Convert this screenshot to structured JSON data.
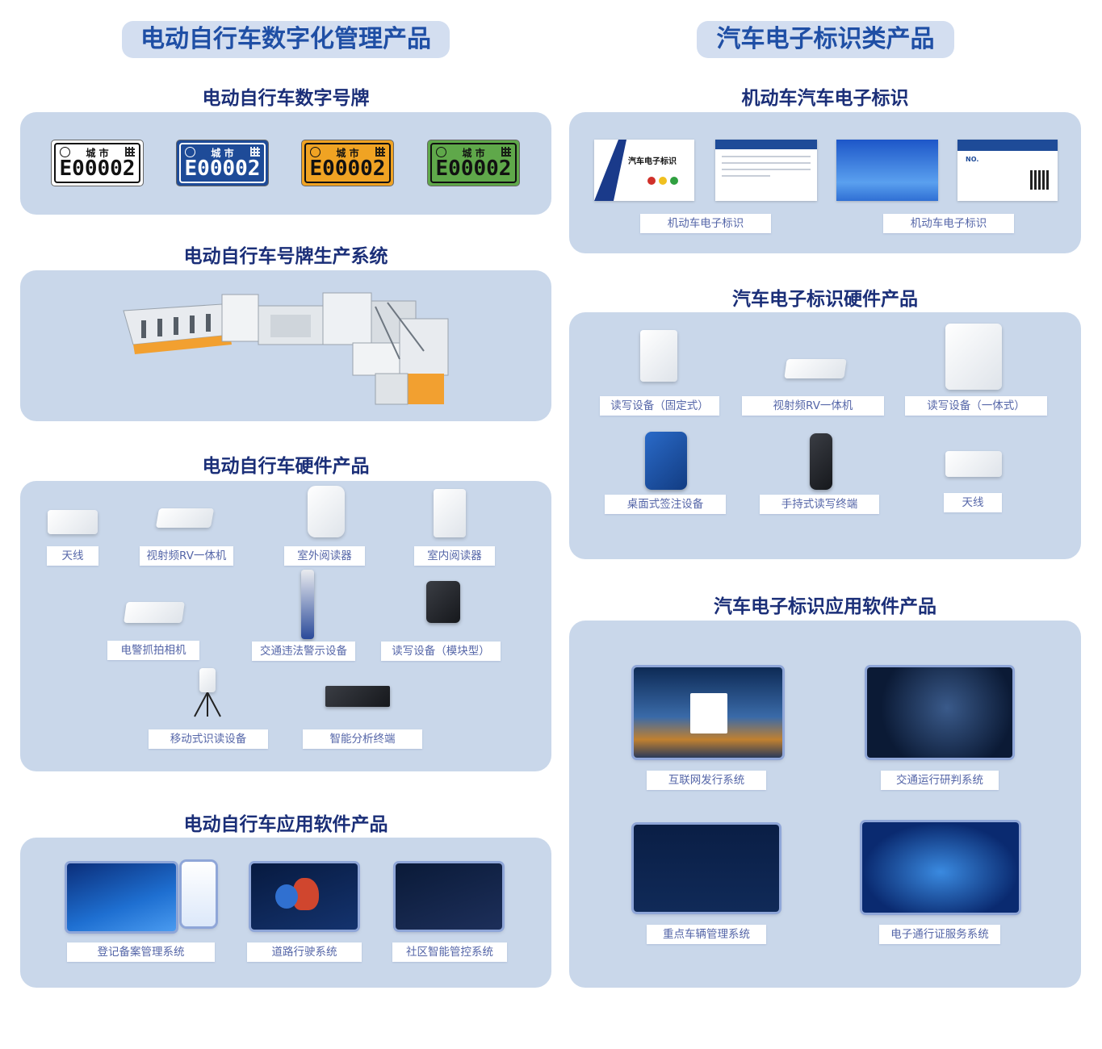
{
  "left": {
    "header": "电动自行车数字化管理产品",
    "plates_section": {
      "title": "电动自行车数字号牌",
      "plates": [
        {
          "city": "城 市",
          "number": "E00002",
          "bg": "#ffffff",
          "fg": "#111111"
        },
        {
          "city": "城 市",
          "number": "E00002",
          "bg": "#1e4b98",
          "fg": "#ffffff"
        },
        {
          "city": "城 市",
          "number": "E00002",
          "bg": "#f0a323",
          "fg": "#111111"
        },
        {
          "city": "城 市",
          "number": "E00002",
          "bg": "#5fa84a",
          "fg": "#111111"
        }
      ]
    },
    "production_section": {
      "title": "电动自行车号牌生产系统"
    },
    "hardware_section": {
      "title": "电动自行车硬件产品",
      "items": [
        "天线",
        "视射频RV一体机",
        "室外阅读器",
        "室内阅读器",
        "电警抓拍相机",
        "交通违法警示设备",
        "读写设备（模块型）",
        "移动式识读设备",
        "智能分析终端"
      ]
    },
    "software_section": {
      "title": "电动自行车应用软件产品",
      "items": [
        "登记备案管理系统",
        "道路行驶系统",
        "社区智能管控系统"
      ]
    }
  },
  "right": {
    "header": "汽车电子标识类产品",
    "marks_section": {
      "title": "机动车汽车电子标识",
      "card_text": "汽车电子标识",
      "card_no_label": "NO.",
      "items": [
        "机动车电子标识",
        "机动车电子标识"
      ]
    },
    "hardware_section": {
      "title": "汽车电子标识硬件产品",
      "items": [
        "读写设备（固定式）",
        "视射频RV一体机",
        "读写设备（一体式）",
        "桌面式签注设备",
        "手持式读写终端",
        "天线"
      ]
    },
    "software_section": {
      "title": "汽车电子标识应用软件产品",
      "items": [
        "互联网发行系统",
        "交通运行研判系统",
        "重点车辆管理系统",
        "电子通行证服务系统"
      ]
    }
  },
  "colors": {
    "panel": "#c9d7ea",
    "pill": "#d3def0",
    "title": "#1b2f78",
    "header": "#1f4fa5",
    "label_text": "#5566a8"
  }
}
